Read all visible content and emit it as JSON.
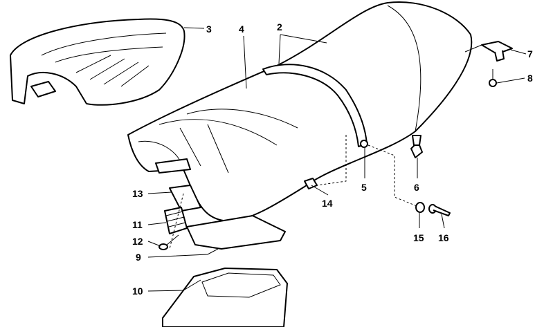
{
  "diagram": {
    "type": "exploded parts diagram",
    "line_color": "#000000",
    "background": "#ffffff",
    "callouts": [
      {
        "id": "3",
        "label": "3"
      },
      {
        "id": "4",
        "label": "4"
      },
      {
        "id": "2",
        "label": "2"
      },
      {
        "id": "7",
        "label": "7"
      },
      {
        "id": "8",
        "label": "8"
      },
      {
        "id": "6",
        "label": "6"
      },
      {
        "id": "5",
        "label": "5"
      },
      {
        "id": "14",
        "label": "14"
      },
      {
        "id": "13",
        "label": "13"
      },
      {
        "id": "11",
        "label": "11"
      },
      {
        "id": "12",
        "label": "12"
      },
      {
        "id": "9",
        "label": "9"
      },
      {
        "id": "10",
        "label": "10"
      },
      {
        "id": "15",
        "label": "15"
      },
      {
        "id": "16",
        "label": "16"
      }
    ]
  }
}
